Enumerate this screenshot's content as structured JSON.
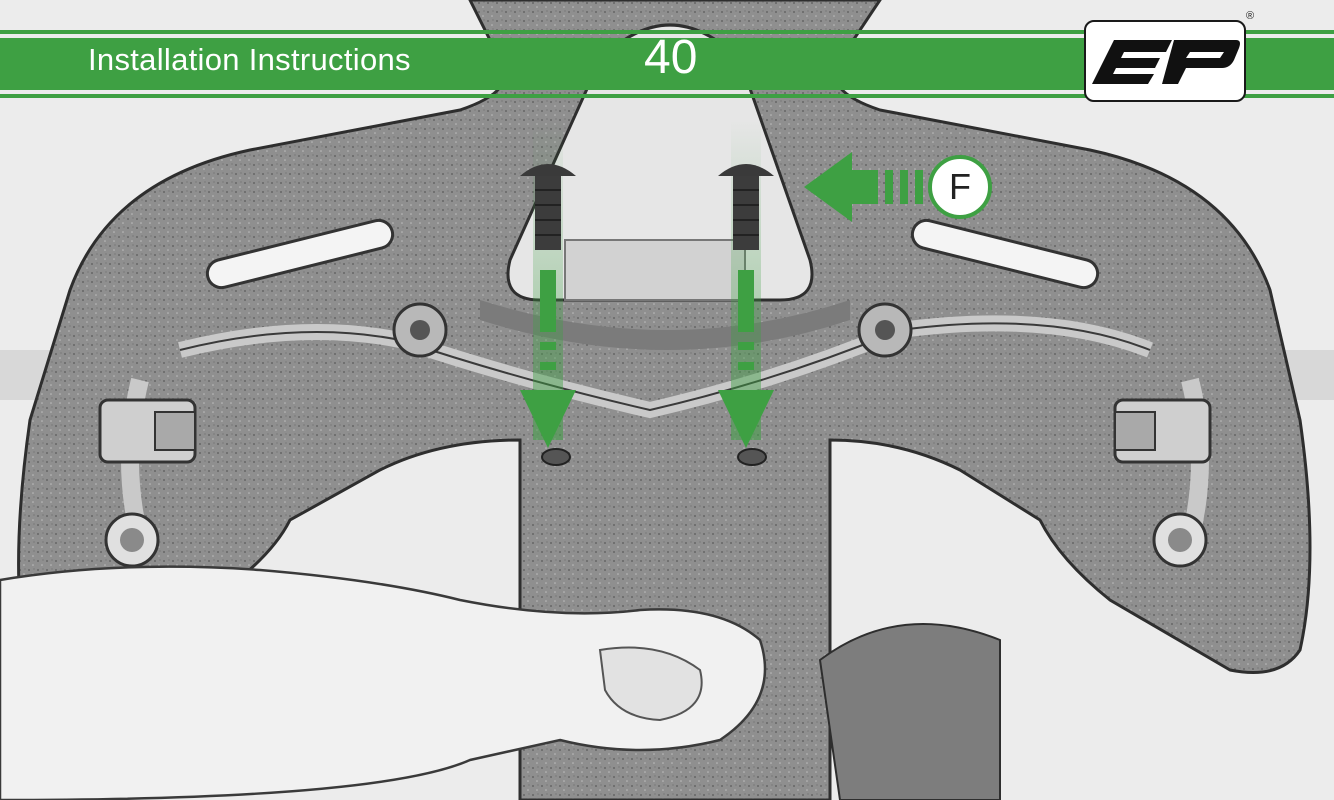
{
  "header": {
    "title": "Installation Instructions",
    "step_number": "40",
    "registered_mark": "®",
    "brand_color": "#3ea043"
  },
  "logo": {
    "text": "EP",
    "icon": "ep-logo"
  },
  "callout": {
    "label": "F",
    "icon": "arrow-left-icon"
  },
  "illustration": {
    "screws": [
      "screw-icon",
      "screw-icon"
    ],
    "arrows": [
      "arrow-down-icon",
      "arrow-down-icon"
    ],
    "accent_color": "#3ea043"
  }
}
